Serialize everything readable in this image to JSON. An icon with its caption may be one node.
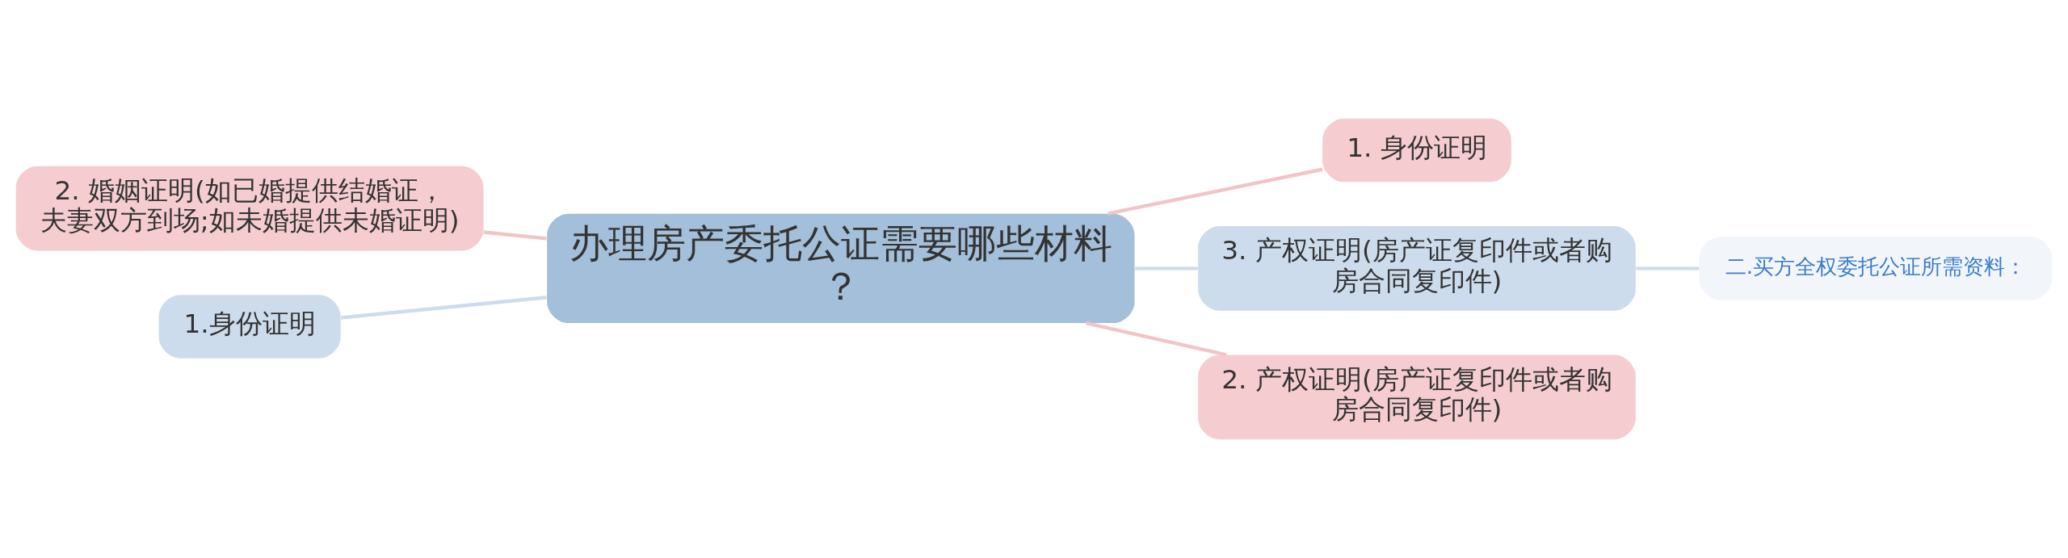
{
  "diagram": {
    "nodes": [
      {
        "text": [
          "办理房产委托公证需要哪些材料？"
        ]
      },
      {
        "text": [
          "2. 婚姻证明(如已婚提供结婚证，夫妻双方到场;如未婚提供未婚证明)"
        ]
      },
      {
        "text": [
          "1.身份证明"
        ]
      },
      {
        "text": [
          "1. 身份证明"
        ]
      },
      {
        "text": [
          "3. 产权证明(房产证复印件或者购房合同复印件)"
        ]
      },
      {
        "text": [
          "二.买方全权委托公证所需资料："
        ]
      },
      {
        "text": [
          "2. 产权证明(房产证复印件或者购房合同复印件)"
        ]
      }
    ],
    "edges": [
      {
        "from": 1,
        "to": 0,
        "arrow": "none",
        "color": "#f2c4c6"
      },
      {
        "from": 2,
        "to": 0,
        "arrow": "none",
        "color": "#cddcec"
      },
      {
        "from": 0,
        "to": 3,
        "arrow": "none",
        "color": "#f2c4c6"
      },
      {
        "from": 0,
        "to": 4,
        "arrow": "none",
        "color": "#cddcec"
      },
      {
        "from": 0,
        "to": 6,
        "arrow": "none",
        "color": "#f2c4c6"
      },
      {
        "from": 4,
        "to": 5,
        "arrow": "none",
        "color": "#cddcec"
      }
    ]
  }
}
